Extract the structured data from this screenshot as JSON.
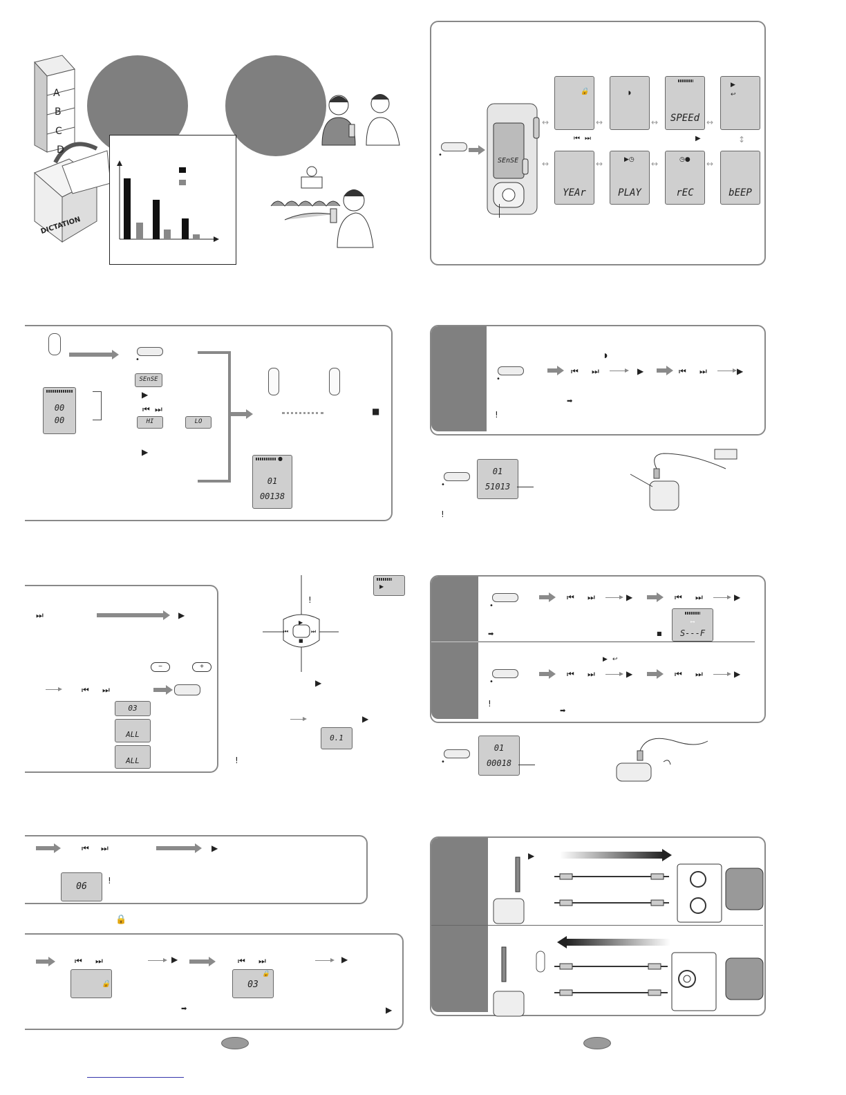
{
  "glyphs": {
    "play": "▶",
    "stop": "■",
    "skip_back": "⏮",
    "skip_fwd": "⏭",
    "lock": "🔒",
    "exclaim": "!",
    "minus": "−",
    "plus": "+",
    "double_arrow": "↔",
    "updown_arrow": "↕",
    "small_arrow": "➡"
  },
  "top_left": {
    "drawer_labels": [
      "A",
      "B",
      "C",
      "D"
    ],
    "box_label": "DICTATION"
  },
  "menu_panel": {
    "device_display": "SEnSE",
    "screens_row1": [
      "",
      "",
      "SPEEd",
      ""
    ],
    "screens_row2": [
      "YEAr",
      "PLAY",
      "rEC",
      "bEEP"
    ]
  },
  "record_panel": {
    "display_small": "SEnSE",
    "display_main": [
      "00",
      "00"
    ],
    "options": [
      "HI",
      "LO"
    ],
    "display_result": [
      "01",
      "00138"
    ]
  },
  "section_a": {
    "display": [
      "01",
      "51013"
    ]
  },
  "section_c": {
    "speed_display": "S---F"
  },
  "section_d": {
    "display": [
      "01",
      "00018"
    ]
  },
  "playback_panel": {
    "displays": [
      "03",
      "ALL",
      "ALL"
    ],
    "dial_display": "0.1"
  },
  "folder_panel": {
    "display": "06"
  },
  "lock_panel": {
    "display": "03"
  }
}
